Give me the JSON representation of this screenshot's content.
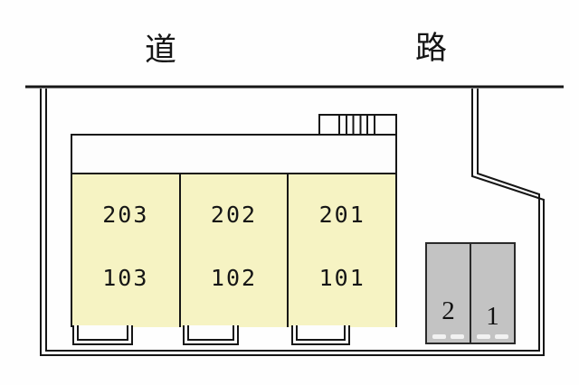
{
  "road_label": {
    "left_char": "道",
    "right_char": "路"
  },
  "building": {
    "rooms": [
      {
        "upper": "203",
        "lower": "103"
      },
      {
        "upper": "202",
        "lower": "102"
      },
      {
        "upper": "201",
        "lower": "101"
      }
    ]
  },
  "parking": {
    "stalls": [
      {
        "label": "2"
      },
      {
        "label": "1"
      }
    ]
  },
  "colors": {
    "line": "#161616",
    "room_fill": "#f6f3c3",
    "stall_fill": "#c3c3c3",
    "background": "#fefefe"
  }
}
